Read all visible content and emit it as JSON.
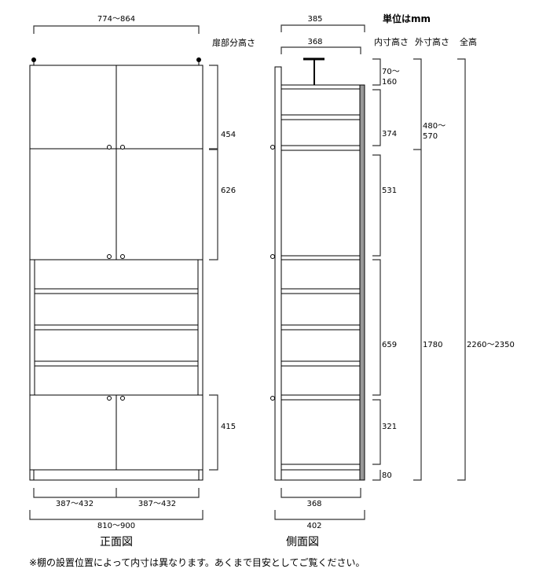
{
  "unit_label": "単位はmm",
  "front_view": {
    "title": "正面図",
    "top_width": "774〜864",
    "door_height_header": "扉部分高さ",
    "door_heights": [
      "454",
      "626",
      "415"
    ],
    "door_widths": [
      "387〜432",
      "387〜432"
    ],
    "total_width": "810〜900"
  },
  "side_view": {
    "title": "側面図",
    "outer_depth_top": "385",
    "inner_depth_top": "368",
    "inner_depth_bottom": "368",
    "outer_depth_bottom": "402"
  },
  "headers": {
    "inner_height": "内寸高さ",
    "outer_height": "外寸高さ",
    "total_height": "全高"
  },
  "inner_heights": {
    "top_line1": "70〜",
    "top_line2": "160",
    "upper": "374",
    "middle": "531",
    "open": "659",
    "lower": "321",
    "base": "80"
  },
  "outer_heights": {
    "upper_line1": "480〜",
    "upper_line2": "570",
    "lower": "1780"
  },
  "total_height": "2260〜2350",
  "note": "※棚の設置位置によって内寸は異なります。あくまで目安としてご覧ください。"
}
